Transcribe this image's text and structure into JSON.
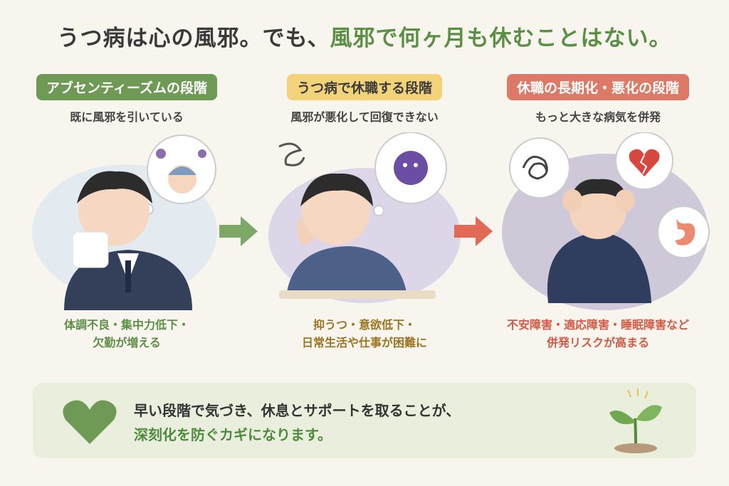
{
  "title": {
    "part1": "うつ病は心の風邪。でも、",
    "part2": "風邪で何ヶ月も休むことはない。"
  },
  "stages": [
    {
      "badge": "アブセンティーズムの段階",
      "subtitle": "既に風邪を引いている",
      "caption_line1": "体調不良・集中力低下・",
      "caption_line2": "欠勤が増える"
    },
    {
      "badge": "うつ病で休職する段階",
      "subtitle": "風邪が悪化して回復できない",
      "caption_line1": "抑うつ・意欲低下・",
      "caption_line2": "日常生活や仕事が困難に"
    },
    {
      "badge": "休職の長期化・悪化の段階",
      "subtitle": "もっと大きな病気を併発",
      "caption_line1": "不安障害・適応障害・睡眠障害など",
      "caption_line2": "併発リスクが高まる"
    }
  ],
  "message": {
    "line1": "早い段階で気づき、休息とサポートを取ることが、",
    "line2": "深刻化を防ぐカギになります。"
  },
  "colors": {
    "green": "#6f9a56",
    "yellow": "#f3d37a",
    "red": "#dc7a67",
    "arrow_green": "#7ea867",
    "arrow_red": "#e06a55"
  },
  "icons": [
    "germ-icon",
    "tangle-icon",
    "broken-heart-icon",
    "stomach-icon",
    "heart-icon",
    "sprout-icon",
    "arrow-right-icon"
  ]
}
